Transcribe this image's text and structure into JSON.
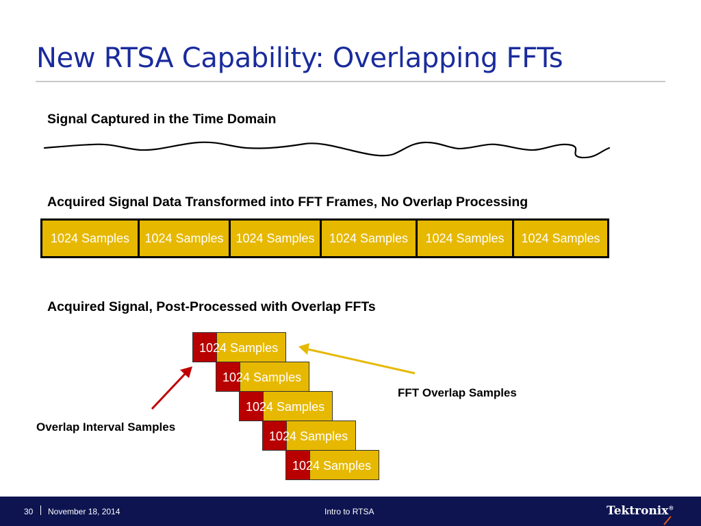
{
  "slide": {
    "title": "New RTSA Capability: Overlapping FFTs",
    "section1_heading": "Signal Captured in the Time Domain",
    "section2_heading": "Acquired Signal Data Transformed into FFT Frames, No Overlap Processing",
    "section3_heading": "Acquired Signal, Post-Processed with Overlap FFTs"
  },
  "no_overlap_frames": [
    "1024 Samples",
    "1024 Samples",
    "1024 Samples",
    "1024 Samples",
    "1024 Samples",
    "1024 Samples"
  ],
  "overlap_frames": [
    "1024 Samples",
    "1024 Samples",
    "1024 Samples",
    "1024 Samples",
    "1024 Samples"
  ],
  "annotations": {
    "overlap_interval": "Overlap Interval Samples",
    "fft_overlap": "FFT Overlap Samples"
  },
  "colors": {
    "title": "#1a2b9c",
    "frame_fill": "#e6b800",
    "overlap_fill": "#b80000",
    "footer_bg": "#0d1450",
    "arrow_overlap_interval": "#c00000",
    "arrow_fft_overlap": "#e6b800"
  },
  "footer": {
    "page_number": "30",
    "date": "November 18, 2014",
    "center_text": "Intro to RTSA",
    "logo": "Tektronix"
  }
}
